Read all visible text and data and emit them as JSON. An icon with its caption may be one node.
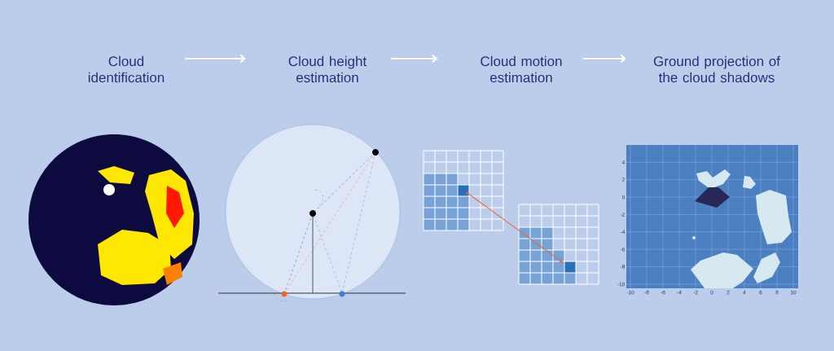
{
  "diagram": {
    "nodes": [
      {
        "text": [
          "Cloud identification"
        ]
      },
      {
        "text": [
          "Cloud height estimation"
        ]
      },
      {
        "text": [
          "Cloud motion estimation"
        ]
      },
      {
        "text": [
          "Ground projection of the cloud shadows"
        ]
      }
    ],
    "edges": [
      {
        "from": 0,
        "to": 1,
        "arrow": "to"
      },
      {
        "from": 1,
        "to": 2,
        "arrow": "to"
      },
      {
        "from": 2,
        "to": 3,
        "arrow": "to"
      }
    ],
    "labels": [
      "4",
      "2",
      "0",
      "-2",
      "-4",
      "-6",
      "-8",
      "-10",
      "-10",
      "-8",
      "-6",
      "-4",
      "-2",
      "0",
      "2",
      "4",
      "6",
      "8",
      "10"
    ]
  }
}
